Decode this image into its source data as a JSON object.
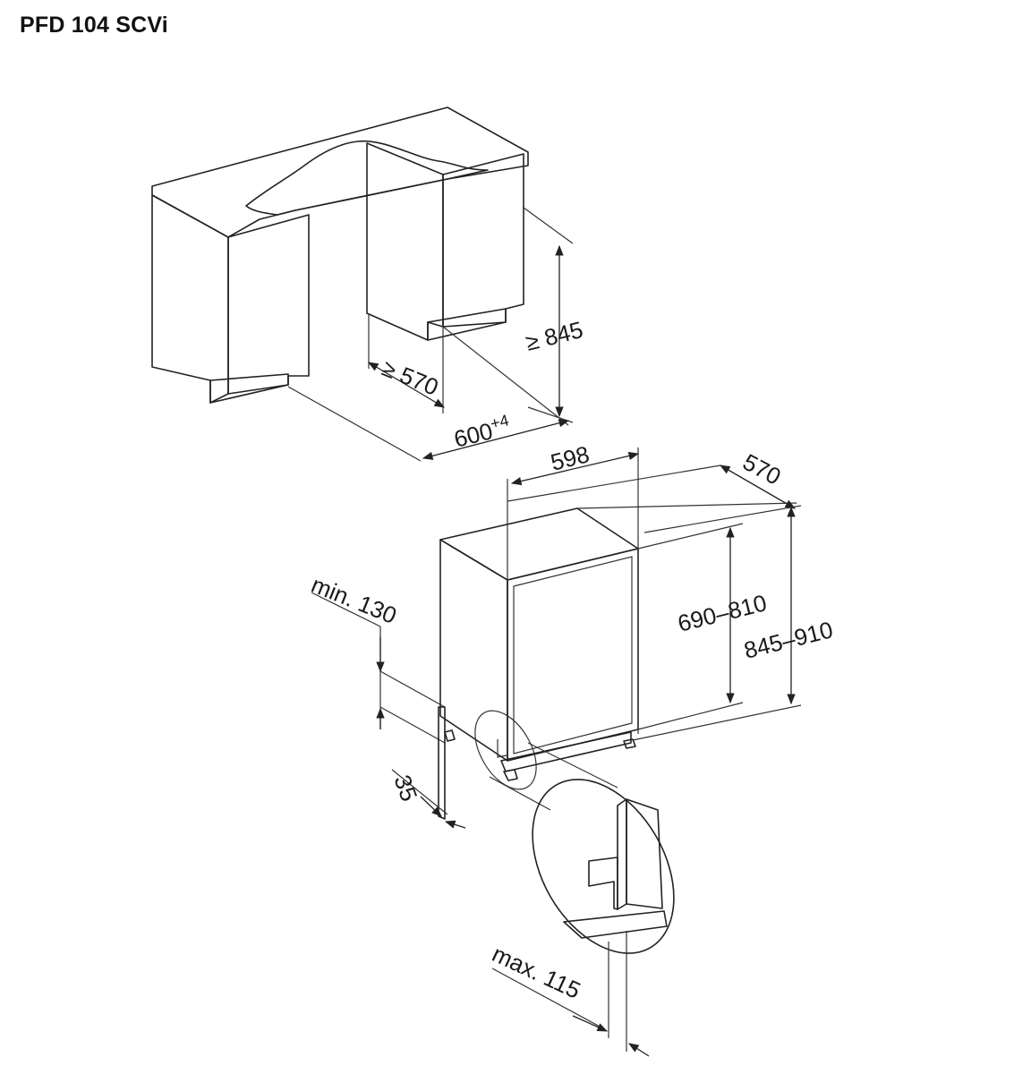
{
  "title": "PFD 104 SCVi",
  "labels": {
    "niche_height": "≥ 845",
    "niche_depth": "≥ 570",
    "niche_width_base": "600",
    "niche_width_sup": "+4",
    "appliance_width": "598",
    "appliance_depth": "570",
    "door_height_range": "690–810",
    "total_height_range": "845–910",
    "plinth_min": "min. 130",
    "plinth_offset": "35",
    "door_protrusion_max": "max. 115"
  },
  "colors": {
    "line": "#222222",
    "surface_light": "#f2f2f2",
    "surface_mid": "#e4e4e4",
    "surface_dark": "#d6d6d6",
    "countertop": "#d2d2d2"
  }
}
